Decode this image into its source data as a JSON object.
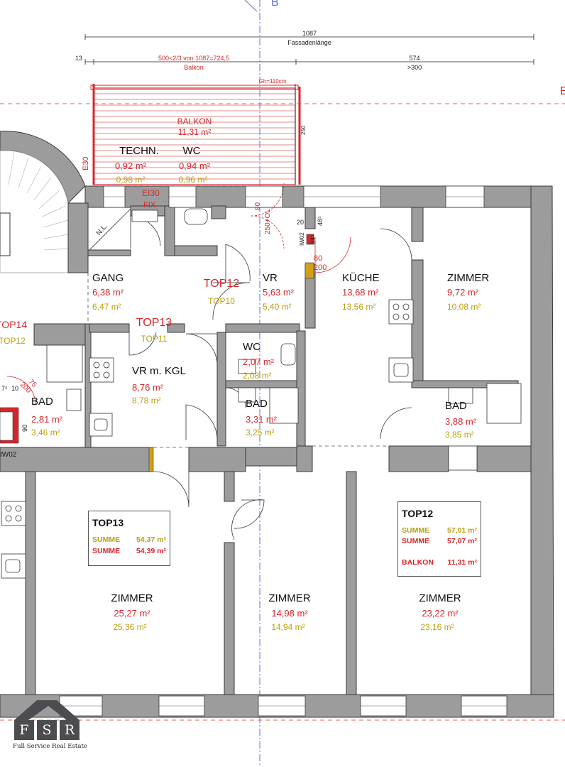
{
  "header": {
    "axis_letter": "B",
    "dim_total": "1087",
    "dim_total_label": "Fassadenlänge",
    "dim_left": "13",
    "dim_balkon_formula": "500<2/3 von 1087=724,5",
    "dim_balkon_label": "Balkon",
    "dim_right": "574",
    "dim_right_sub": ">300",
    "right_edge_mark": "E"
  },
  "balcony": {
    "name": "BALKON",
    "area": "11,31 m²",
    "gh": "Gh=110cm",
    "side_label": "E30",
    "depth": "250"
  },
  "rooms": {
    "techn": {
      "name": "TECHN.",
      "area_red": "0,92 m²",
      "area_gold": "0,98 m²"
    },
    "wc_top": {
      "name": "WC",
      "area_red": "0,94 m²",
      "area_gold": "0,96 m²"
    },
    "gang": {
      "name": "GANG",
      "area_red": "6,38 m²",
      "area_gold": "6,47 m²"
    },
    "vr": {
      "name": "VR",
      "area_red": "5,63 m²",
      "area_gold": "5,40 m²"
    },
    "kueche": {
      "name": "KÜCHE",
      "area_red": "13,68 m²",
      "area_gold": "13,56 m²"
    },
    "zimmer_ne": {
      "name": "ZIMMER",
      "area_red": "9,72 m²",
      "area_gold": "10,08 m²"
    },
    "vr_kgl": {
      "name": "VR m. KGL",
      "area_red": "8,76 m²",
      "area_gold": "8,78 m²"
    },
    "wc_mid": {
      "name": "WC",
      "area_red": "2,07 m²",
      "area_gold": "2,08 m²"
    },
    "bad_left": {
      "name": "BAD",
      "area_red": "2,81 m²",
      "area_gold": "3,46 m²"
    },
    "bad_mid": {
      "name": "BAD",
      "area_red": "3,31 m²",
      "area_gold": "3,25 m²"
    },
    "bad_right": {
      "name": "BAD",
      "area_red": "3,88 m²",
      "area_gold": "3,85 m²"
    },
    "zimmer_sw": {
      "name": "ZIMMER",
      "area_red": "25,27 m²",
      "area_gold": "25,36 m²"
    },
    "zimmer_s": {
      "name": "ZIMMER",
      "area_red": "14,98 m²",
      "area_gold": "14,94 m²"
    },
    "zimmer_se": {
      "name": "ZIMMER",
      "area_red": "23,22 m²",
      "area_gold": "23,16 m²"
    }
  },
  "tops": {
    "top12_red": "TOP12",
    "top12_gold": "TOP10",
    "top13_red": "TOP13",
    "top13_gold": "TOP11",
    "top14_red": "TOP14",
    "top14_gold": "TOP12"
  },
  "annotations": {
    "ei30": "EI30",
    "fix": "FIX",
    "nl": "N.L.",
    "door_v1": "80",
    "door_v2": "250+OL",
    "d20": "20",
    "d48": "48⁵",
    "d34": "34⁵",
    "iw02": "IW02",
    "d80": "80",
    "d200": "200",
    "iw02_left": "IW02",
    "d75": "75",
    "d200b": "200",
    "d75b": "7⁵",
    "d10": "10",
    "d90": "90"
  },
  "summary_top13": {
    "title": "TOP13",
    "rows": [
      {
        "label": "SUMME",
        "value": "54,37 m²",
        "tone": "gold"
      },
      {
        "label": "SUMME",
        "value": "54,39 m²",
        "tone": "red"
      }
    ]
  },
  "summary_top12": {
    "title": "TOP12",
    "rows": [
      {
        "label": "SUMME",
        "value": "57,01 m²",
        "tone": "gold"
      },
      {
        "label": "SUMME",
        "value": "57,07 m²",
        "tone": "red"
      }
    ],
    "balkon_label": "BALKON",
    "balkon_value": "11,31 m²"
  },
  "logo": {
    "letters": [
      "F",
      "S",
      "R"
    ],
    "tagline": "Full Service Real Estate"
  },
  "colors": {
    "wall": "#9c9c9c",
    "wall_stroke": "#3a3a3a",
    "red": "#d7262b",
    "gold": "#b9a012",
    "dim": "#222222",
    "axis": "#5b6fd6"
  }
}
